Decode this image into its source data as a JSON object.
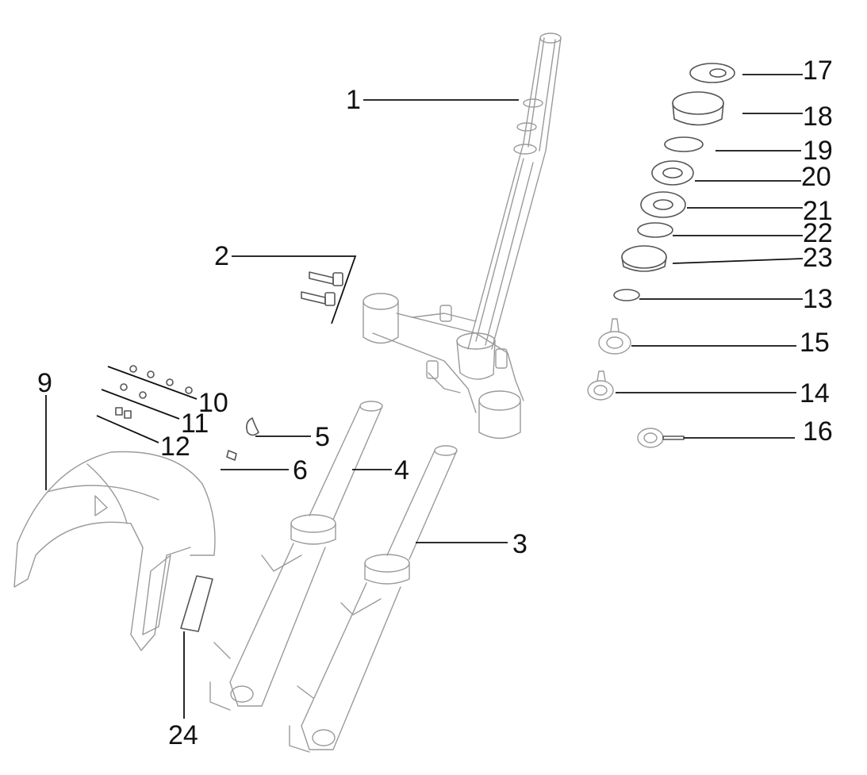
{
  "callouts": {
    "c1": "1",
    "c2": "2",
    "c3": "3",
    "c4": "4",
    "c5": "5",
    "c6": "6",
    "c9": "9",
    "c10": "10",
    "c11": "11",
    "c12": "12",
    "c13": "13",
    "c14": "14",
    "c15": "15",
    "c16": "16",
    "c17": "17",
    "c18": "18",
    "c19": "19",
    "c20": "20",
    "c21": "21",
    "c22": "22",
    "c23": "23",
    "c24": "24"
  },
  "colors": {
    "line_art": "#9a9a9a",
    "callout_text": "#111111"
  }
}
